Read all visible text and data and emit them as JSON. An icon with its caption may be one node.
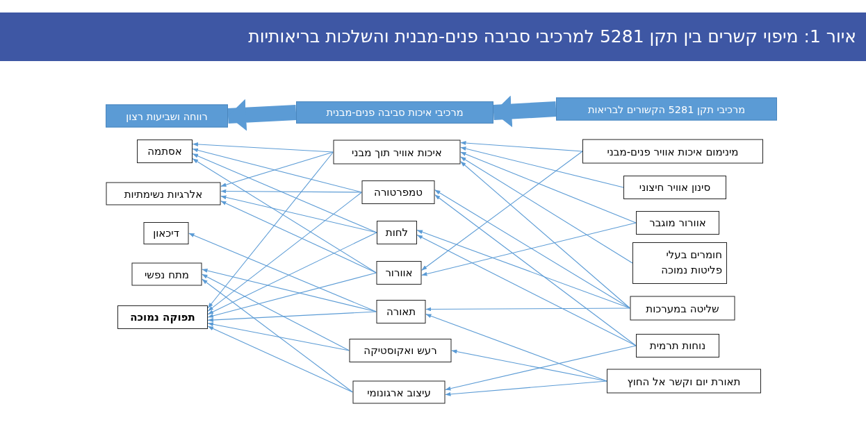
{
  "diagram": {
    "title": "איור 1: מיפוי קשרים בין תקן 5281 למרכיבי סביבה פנים-מבנית והשלכות בריאותיות",
    "nodes": [
      {
        "text": [
          "מרכיבי תקן 5281 הקשורים לבריאות"
        ]
      },
      {
        "text": [
          "מרכיבי איכות סביבה פנים-מבנית"
        ]
      },
      {
        "text": [
          "רווחה ושביעות רצון"
        ]
      },
      {
        "text": [
          "אסתמה"
        ]
      },
      {
        "text": [
          "אלרגיות נשימתיות"
        ]
      },
      {
        "text": [
          "דיכאון"
        ]
      },
      {
        "text": [
          "מתח נפשי"
        ]
      },
      {
        "text": [
          "תפוקה נמוכה"
        ]
      },
      {
        "text": [
          "איכות אוויר תוך מבני"
        ]
      },
      {
        "text": [
          "טמפרטורה"
        ]
      },
      {
        "text": [
          "לחות"
        ]
      },
      {
        "text": [
          "אוורור"
        ]
      },
      {
        "text": [
          "תאורה"
        ]
      },
      {
        "text": [
          "רעש ואקוסטיקה"
        ]
      },
      {
        "text": [
          "עיצוב ארגונומי"
        ]
      },
      {
        "text": [
          "מינימום איכות אוויר פנים-מבני"
        ]
      },
      {
        "text": [
          "סינון אוויר חיצוני"
        ]
      },
      {
        "text": [
          "אוורור מוגבר"
        ]
      },
      {
        "text": [
          "חומרים בעלי פליטות נמוכה"
        ]
      },
      {
        "text": [
          "שליטה במערכות"
        ]
      },
      {
        "text": [
          "נוחות תרמית"
        ]
      },
      {
        "text": [
          "תאורת יום וקשר אל החוץ"
        ]
      }
    ],
    "edges": [
      {
        "from": 0,
        "to": 1,
        "arrow": "to",
        "style": "thick"
      },
      {
        "from": 1,
        "to": 2,
        "arrow": "to",
        "style": "thick"
      },
      {
        "from": 8,
        "to": 3,
        "arrow": "to"
      },
      {
        "from": 9,
        "to": 3,
        "arrow": "to"
      },
      {
        "from": 10,
        "to": 3,
        "arrow": "to"
      },
      {
        "from": 11,
        "to": 3,
        "arrow": "to"
      },
      {
        "from": 8,
        "to": 4,
        "arrow": "to"
      },
      {
        "from": 9,
        "to": 4,
        "arrow": "to"
      },
      {
        "from": 10,
        "to": 4,
        "arrow": "to"
      },
      {
        "from": 11,
        "to": 4,
        "arrow": "to"
      },
      {
        "from": 12,
        "to": 5,
        "arrow": "to"
      },
      {
        "from": 12,
        "to": 6,
        "arrow": "to"
      },
      {
        "from": 13,
        "to": 6,
        "arrow": "to"
      },
      {
        "from": 14,
        "to": 6,
        "arrow": "to"
      },
      {
        "from": 8,
        "to": 7,
        "arrow": "to"
      },
      {
        "from": 9,
        "to": 7,
        "arrow": "to"
      },
      {
        "from": 10,
        "to": 7,
        "arrow": "to"
      },
      {
        "from": 11,
        "to": 7,
        "arrow": "to"
      },
      {
        "from": 12,
        "to": 7,
        "arrow": "to"
      },
      {
        "from": 13,
        "to": 7,
        "arrow": "to"
      },
      {
        "from": 14,
        "to": 7,
        "arrow": "to"
      },
      {
        "from": 15,
        "to": 8,
        "arrow": "to"
      },
      {
        "from": 15,
        "to": 11,
        "arrow": "to"
      },
      {
        "from": 16,
        "to": 8,
        "arrow": "to"
      },
      {
        "from": 17,
        "to": 8,
        "arrow": "to"
      },
      {
        "from": 17,
        "to": 11,
        "arrow": "to"
      },
      {
        "from": 18,
        "to": 8,
        "arrow": "to"
      },
      {
        "from": 19,
        "to": 8,
        "arrow": "to"
      },
      {
        "from": 19,
        "to": 9,
        "arrow": "to"
      },
      {
        "from": 19,
        "to": 10,
        "arrow": "to"
      },
      {
        "from": 19,
        "to": 12,
        "arrow": "to"
      },
      {
        "from": 20,
        "to": 9,
        "arrow": "to"
      },
      {
        "from": 20,
        "to": 10,
        "arrow": "to"
      },
      {
        "from": 20,
        "to": 14,
        "arrow": "to"
      },
      {
        "from": 21,
        "to": 12,
        "arrow": "to"
      },
      {
        "from": 21,
        "to": 13,
        "arrow": "to"
      },
      {
        "from": 21,
        "to": 14,
        "arrow": "to"
      }
    ]
  }
}
